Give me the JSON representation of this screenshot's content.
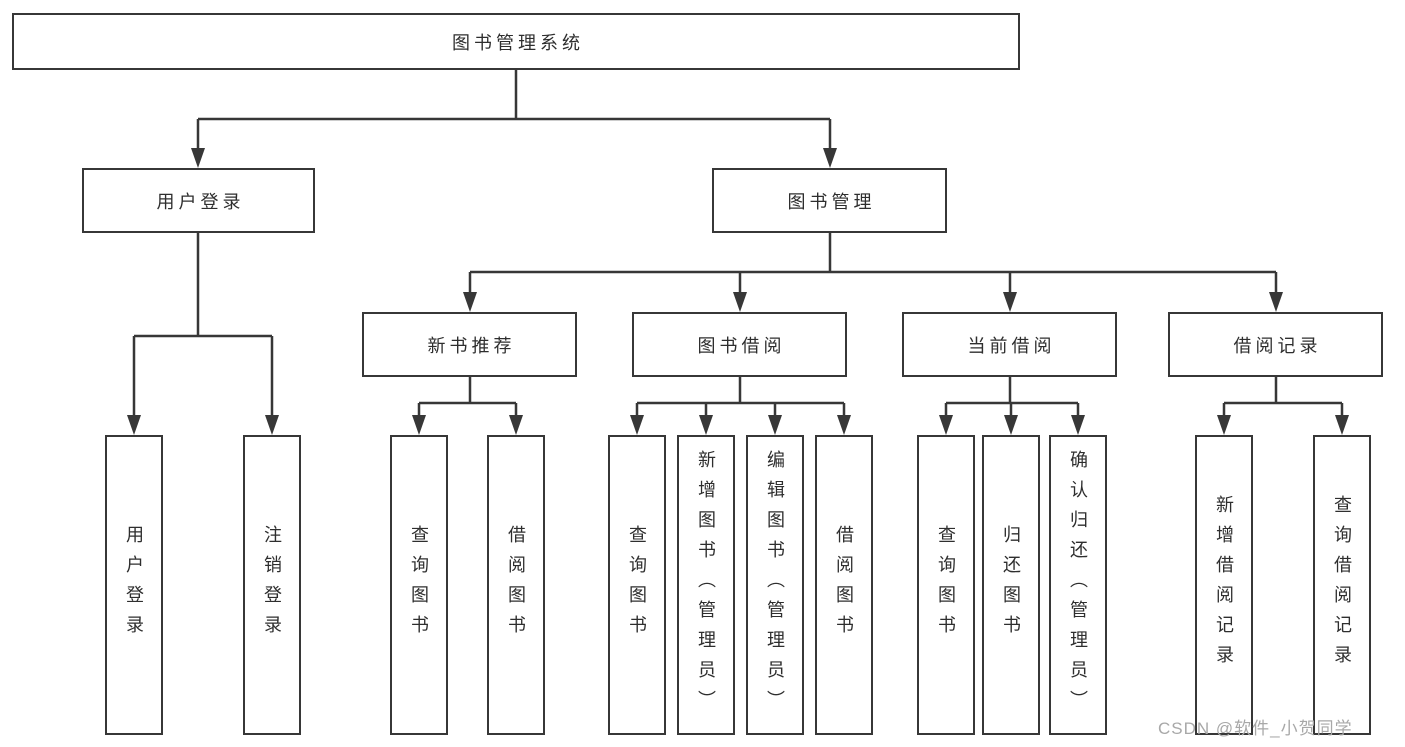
{
  "tree": {
    "root": {
      "label": "图书管理系统"
    },
    "user_login": {
      "label": "用户登录",
      "children": [
        {
          "label": "用户登录"
        },
        {
          "label": "注销登录"
        }
      ]
    },
    "book_mgmt": {
      "label": "图书管理",
      "sections": [
        {
          "label": "新书推荐",
          "children": [
            {
              "label": "查询图书"
            },
            {
              "label": "借阅图书"
            }
          ]
        },
        {
          "label": "图书借阅",
          "children": [
            {
              "label": "查询图书"
            },
            {
              "label": "新增图书（管理员）"
            },
            {
              "label": "编辑图书（管理员）"
            },
            {
              "label": "借阅图书"
            }
          ]
        },
        {
          "label": "当前借阅",
          "children": [
            {
              "label": "查询图书"
            },
            {
              "label": "归还图书"
            },
            {
              "label": "确认归还（管理员）"
            }
          ]
        },
        {
          "label": "借阅记录",
          "children": [
            {
              "label": "新增借阅记录"
            },
            {
              "label": "查询借阅记录"
            }
          ]
        }
      ]
    }
  },
  "watermark": {
    "text": "CSDN @软件_小贺同学"
  },
  "colors": {
    "line": "#373737",
    "border": "#373737",
    "text": "#2e2e2e",
    "watermark": "#a8a8a8",
    "background": "#ffffff"
  }
}
